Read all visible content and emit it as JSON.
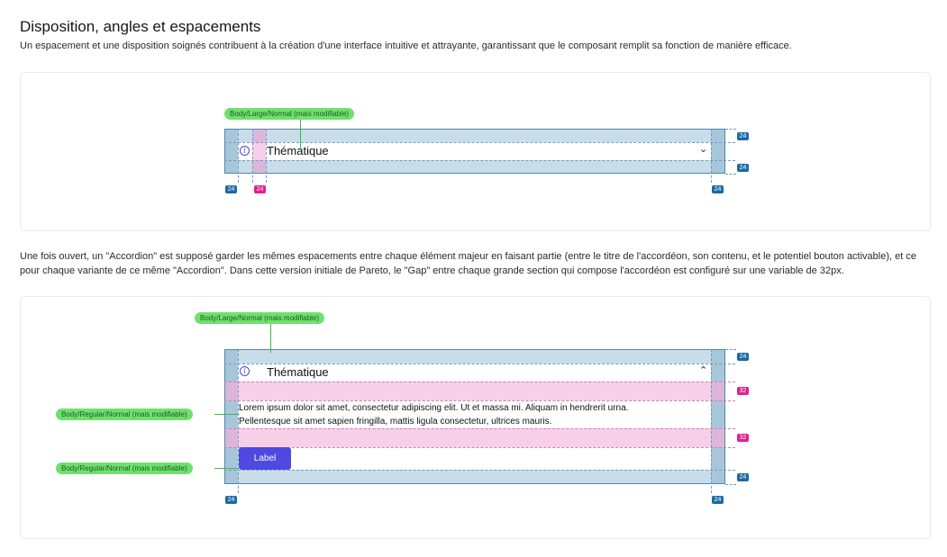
{
  "section": {
    "title": "Disposition, angles et espacements",
    "intro": "Un espacement et une disposition soignés contribuent à la création d'une interface intuitive et attrayante, garantissant que le composant remplit sa fonction de manière efficace.",
    "paragraph_line1": "Une fois ouvert, un \"Accordion\" est supposé garder les mêmes espacements entre chaque élément majeur en faisant partie (entre le titre de l'accordéon, son contenu, et le potentiel bouton activable), et ce",
    "paragraph_line2": "pour chaque variante de ce même \"Accordion\". Dans cette version initiale de Pareto, le \"Gap\" entre chaque grande section qui compose l'accordéon est configuré sur une variable de 32px."
  },
  "closed_spec": {
    "annotation": "Body/Large/Normal (mais modifiable)",
    "title": "Thématique",
    "spacing_right_top": "24",
    "spacing_right_bottom": "24",
    "spacing_left": "24",
    "spacing_icon_gap": "24",
    "spacing_right_side": "24"
  },
  "open_spec": {
    "annotation_title": "Body/Large/Normal (mais modifiable)",
    "annotation_content": "Body/Regular/Normal (mais modifiable)",
    "annotation_button": "Body/Regular/Normal (mais modifiable)",
    "title": "Thématique",
    "content_line1": "Lorem ipsum dolor sit amet, consectetur adipiscing elit. Ut et massa mi. Aliquam in hendrerit urna.",
    "content_line2": "Pellentesque sit amet sapien fringilla, mattis ligula consectetur, ultrices mauris.",
    "button_label": "Label",
    "spacing_top": "24",
    "gap_1": "32",
    "gap_2": "32",
    "spacing_bottom": "24",
    "spacing_left": "24",
    "spacing_right_side": "24"
  },
  "colors": {
    "padding_band": "#c9dde9",
    "gap_band": "#f7cfe9",
    "annotation_pill": "#6fe06f",
    "button": "#4f49e0",
    "icon": "#4a48d8"
  },
  "icons": {
    "info": "info-circle-icon",
    "chevron_down": "chevron-down-icon",
    "chevron_up": "chevron-up-icon"
  }
}
